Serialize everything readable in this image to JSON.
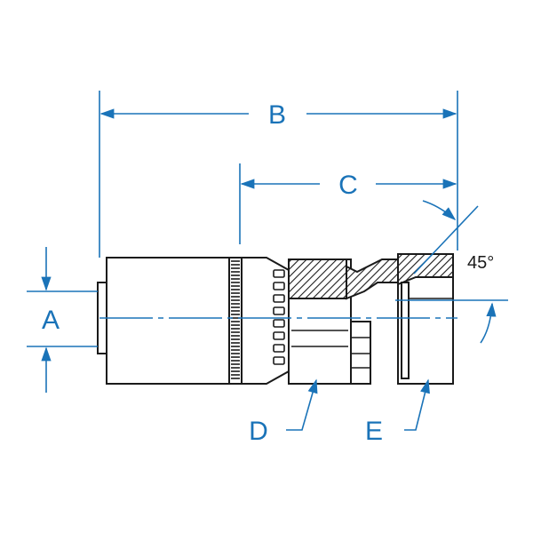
{
  "labels": {
    "a": "A",
    "b": "B",
    "c": "C",
    "d": "D",
    "e": "E",
    "angle": "45°"
  },
  "colors": {
    "dimension": "#1a73b8",
    "outline": "#1a1a1a"
  }
}
